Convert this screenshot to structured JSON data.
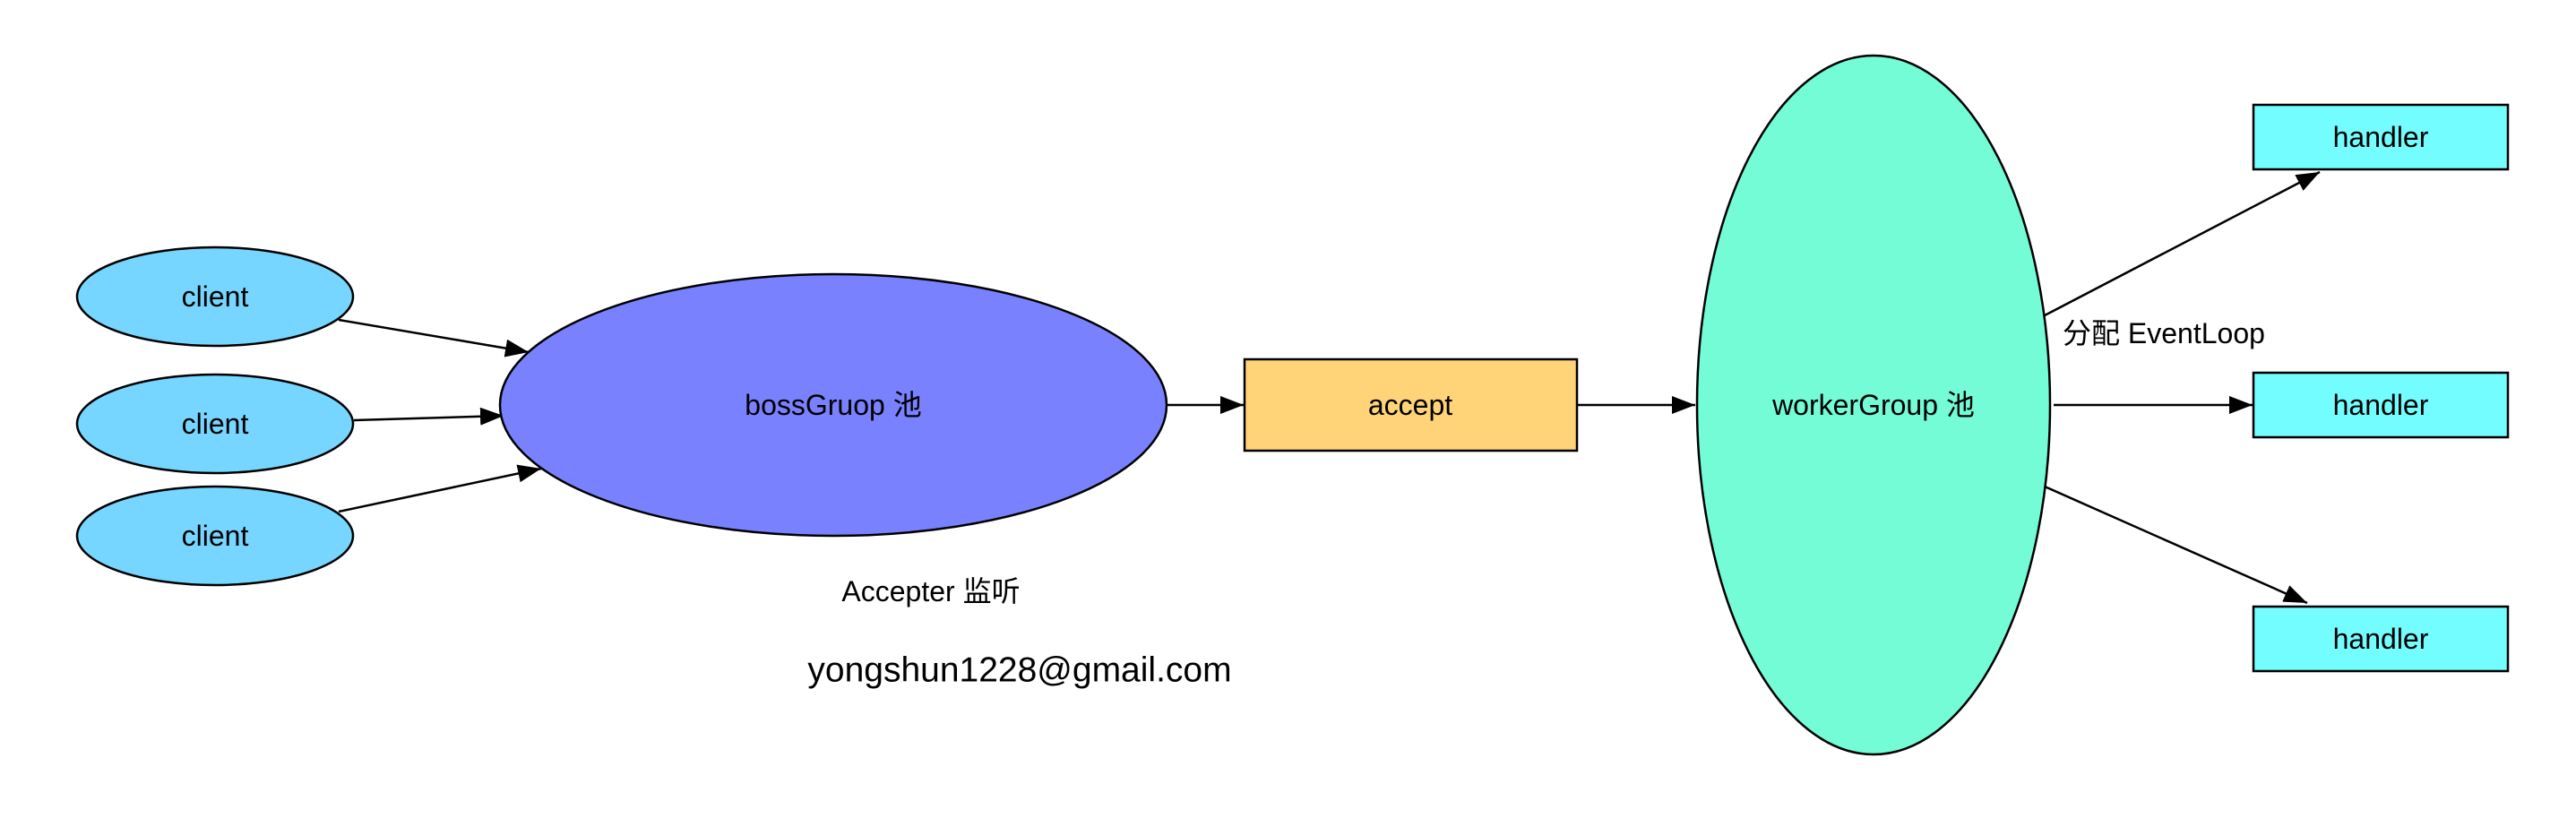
{
  "colors": {
    "client": "#76d6ff",
    "boss_group": "#7a81ff",
    "accept": "#ffd479",
    "worker_group": "#73fcd6",
    "handler": "#73fdff",
    "stroke": "#000000"
  },
  "nodes": {
    "clients": [
      {
        "label": "client"
      },
      {
        "label": "client"
      },
      {
        "label": "client"
      }
    ],
    "boss_group": {
      "label": "bossGruop 池"
    },
    "accept": {
      "label": "accept"
    },
    "worker_group": {
      "label": "workerGroup 池"
    },
    "handlers": [
      {
        "label": "handler"
      },
      {
        "label": "handler"
      },
      {
        "label": "handler"
      }
    ]
  },
  "annotations": {
    "acceptor": "Accepter 监听",
    "dispatch": "分配 EventLoop",
    "email": "yongshun1228@gmail.com"
  }
}
